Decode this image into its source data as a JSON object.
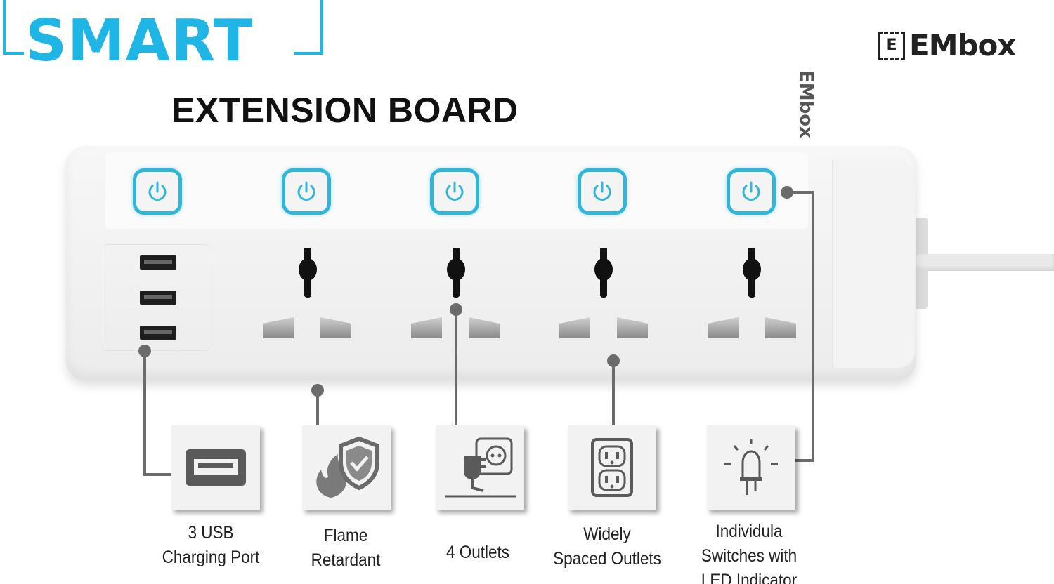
{
  "header": {
    "title_highlight": "SMART",
    "subtitle": "EXTENSION BOARD",
    "brand_mark": "E",
    "brand_name": "EMbox"
  },
  "product": {
    "endcap_brand": "EMbox",
    "switch_count": 5,
    "usb_port_count": 3,
    "outlet_count": 4
  },
  "features": [
    {
      "icon": "usb-port-icon",
      "label_line1": "3 USB",
      "label_line2": "Charging Port",
      "label_line3": ""
    },
    {
      "icon": "flame-shield-icon",
      "label_line1": "Flame",
      "label_line2": "Retardant",
      "label_line3": ""
    },
    {
      "icon": "plug-outlet-icon",
      "label_line1": "4 Outlets",
      "label_line2": "",
      "label_line3": ""
    },
    {
      "icon": "duplex-outlet-icon",
      "label_line1": "Widely",
      "label_line2": "Spaced Outlets",
      "label_line3": ""
    },
    {
      "icon": "led-bulb-icon",
      "label_line1": "Individula",
      "label_line2": "Switches with",
      "label_line3": "LED Indicator"
    }
  ],
  "colors": {
    "accent": "#1fb6e6",
    "switch_ring": "#2fb6d9",
    "line": "#6b6b6b",
    "text": "#111111"
  }
}
